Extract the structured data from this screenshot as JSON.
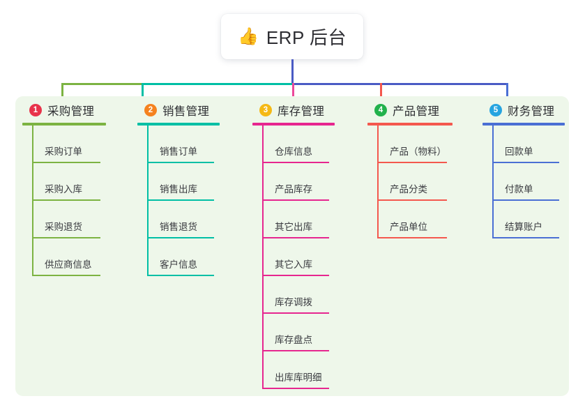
{
  "diagram": {
    "type": "mind-map",
    "background_color": "#ffffff",
    "panel_color": "#eef7ea",
    "root": {
      "emoji": "👍",
      "emoji_name": "thumbs-up-icon",
      "title": "ERP 后台",
      "card_color": "#ffffff",
      "stem_color": "#4a5bc4"
    },
    "bus_segments": [
      {
        "color": "#7cb342"
      },
      {
        "color": "#00bfa5"
      },
      {
        "color": "#4a5bc4"
      },
      {
        "color": "#4a5bc4"
      }
    ],
    "branches": [
      {
        "number": "1",
        "title": "采购管理",
        "color": "#7cb342",
        "badge_color": "#e8334a",
        "drop_color": "#7cb342",
        "children": [
          {
            "label": "采购订单"
          },
          {
            "label": "采购入库"
          },
          {
            "label": "采购退货"
          },
          {
            "label": "供应商信息"
          }
        ]
      },
      {
        "number": "2",
        "title": "销售管理",
        "color": "#00bfa5",
        "badge_color": "#f5821f",
        "drop_color": "#00bfa5",
        "children": [
          {
            "label": "销售订单"
          },
          {
            "label": "销售出库"
          },
          {
            "label": "销售退货"
          },
          {
            "label": "客户信息"
          }
        ]
      },
      {
        "number": "3",
        "title": "库存管理",
        "color": "#e6268f",
        "badge_color": "#f5b915",
        "drop_color": "#ec4899",
        "children": [
          {
            "label": "仓库信息"
          },
          {
            "label": "产品库存"
          },
          {
            "label": "其它出库"
          },
          {
            "label": "其它入库"
          },
          {
            "label": "库存调拨"
          },
          {
            "label": "库存盘点"
          },
          {
            "label": "出库库明细"
          }
        ]
      },
      {
        "number": "4",
        "title": "产品管理",
        "color": "#f4584e",
        "badge_color": "#22b14c",
        "drop_color": "#f4584e",
        "children": [
          {
            "label": "产品（物料）"
          },
          {
            "label": "产品分类"
          },
          {
            "label": "产品单位"
          }
        ]
      },
      {
        "number": "5",
        "title": "财务管理",
        "color": "#4a6fd4",
        "badge_color": "#26a4e0",
        "drop_color": "#4a6fd4",
        "children": [
          {
            "label": "回款单"
          },
          {
            "label": "付款单"
          },
          {
            "label": "结算账户"
          }
        ]
      }
    ]
  }
}
